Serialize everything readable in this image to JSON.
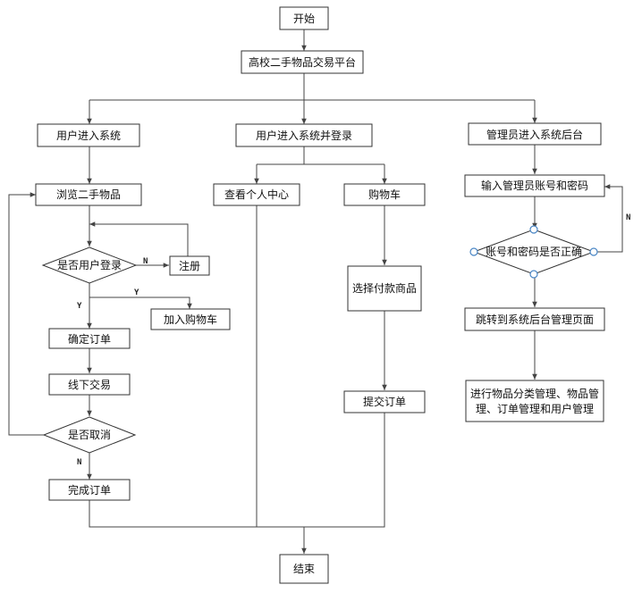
{
  "nodes": {
    "start": "开始",
    "platform": "高校二手物品交易平台",
    "user_enter": "用户进入系统",
    "user_login": "用户进入系统并登录",
    "admin_enter": "管理员进入系统后台",
    "browse": "浏览二手物品",
    "is_user_login": "是否用户登录",
    "register": "注册",
    "add_cart": "加入购物车",
    "confirm_order": "确定订单",
    "offline_trade": "线下交易",
    "is_cancel": "是否取消",
    "complete_order": "完成订单",
    "personal_center": "查看个人中心",
    "cart": "购物车",
    "select_pay": "选择付款商品",
    "submit_order": "提交订单",
    "input_account": "输入管理员账号和密码",
    "is_correct": "账号和密码是否正确",
    "jump_admin": "跳转到系统后台管理页面",
    "manage_line1": "进行物品分类管理、物品管",
    "manage_line2": "理、订单管理和用户管理",
    "end": "结束"
  },
  "edge_labels": {
    "login_no": "N",
    "login_yes_cart": "Y",
    "login_yes_order": "Y",
    "cancel_no": "N",
    "correct_no": "N"
  },
  "colors": {
    "stroke": "#333333",
    "handle": "#4a86c5"
  }
}
